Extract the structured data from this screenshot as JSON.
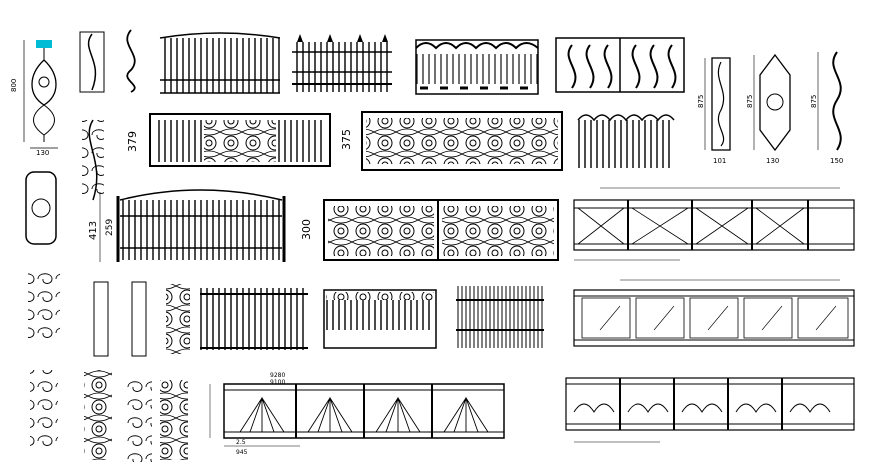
{
  "drawing": {
    "colors": {
      "ink": "#000000",
      "accent": "#00bcd4",
      "paper": "#ffffff"
    },
    "dimensions": {
      "baluster_tall_height": "800",
      "baluster_tall_width": "130",
      "panel_a_height": "379",
      "panel_b_height": "375",
      "gate_total_height": "413",
      "gate_frame_height": "259",
      "panel_c_height": "300",
      "baluster_r1_height": "875",
      "baluster_r1_width": "101",
      "baluster_r2_height": "875",
      "baluster_r2_width": "130",
      "baluster_r3_height": "875",
      "baluster_r3_width": "150",
      "dim_small_1": "9280",
      "dim_small_2": "9100",
      "dim_bottom_1": "2.5",
      "dim_bottom_2": "945"
    }
  }
}
